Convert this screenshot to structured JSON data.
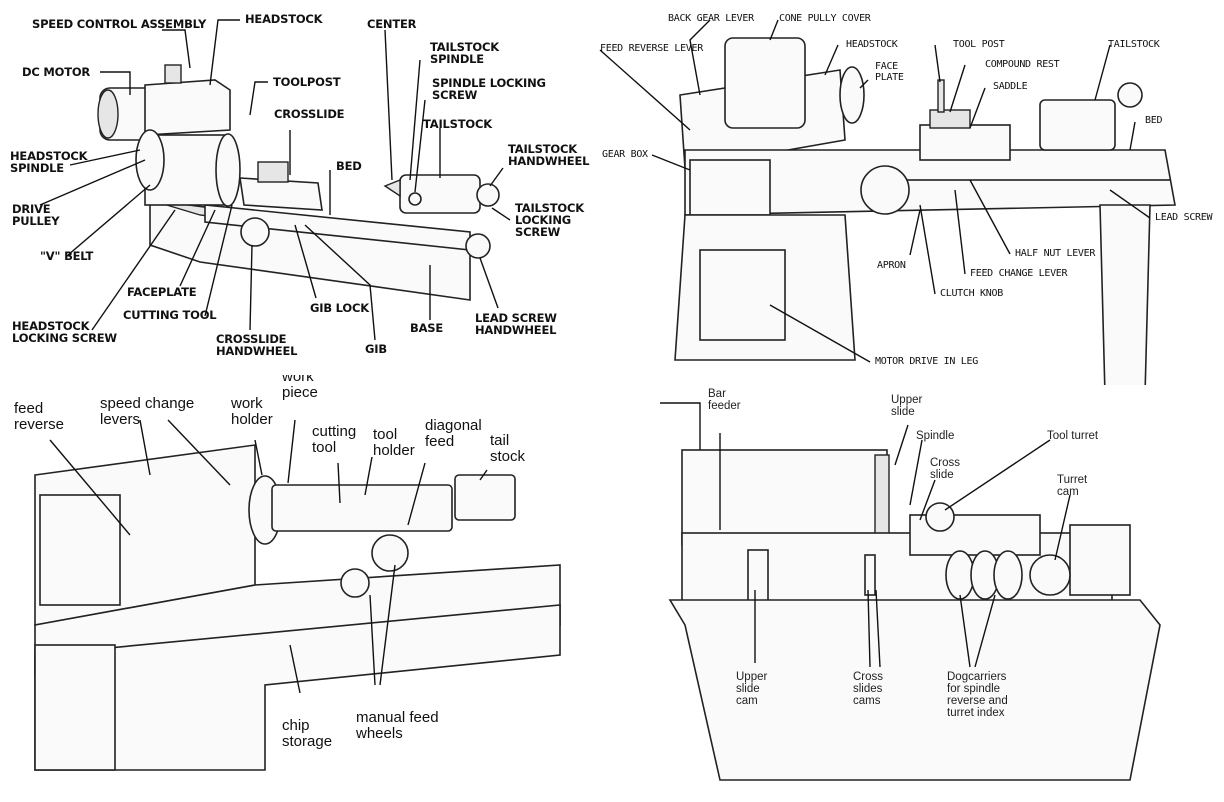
{
  "top_left": {
    "speed_control_assembly": "SPEED CONTROL\nASSEMBLY",
    "headstock": "HEADSTOCK",
    "dc_motor": "DC MOTOR",
    "toolpost": "TOOLPOST",
    "crosslide": "CROSSLIDE",
    "center": "CENTER",
    "tailstock_spindle": "TAILSTOCK\nSPINDLE",
    "spindle_locking_screw": "SPINDLE LOCKING\nSCREW",
    "tailstock": "TAILSTOCK",
    "headstock_spindle": "HEADSTOCK\nSPINDLE",
    "bed": "BED",
    "tailstock_handwheel": "TAILSTOCK\nHANDWHEEL",
    "drive_pulley": "DRIVE\nPULLEY",
    "tailstock_locking_screw": "TAILSTOCK\nLOCKING\nSCREW",
    "v_belt": "\"V\" BELT",
    "faceplate": "FACEPLATE",
    "cutting_tool": "CUTTING TOOL",
    "gib_lock": "GIB LOCK",
    "base": "BASE",
    "lead_screw_handwheel": "LEAD SCREW\nHANDWHEEL",
    "headstock_locking_screw": "HEADSTOCK\nLOCKING SCREW",
    "crosslide_handwheel": "CROSSLIDE\nHANDWHEEL",
    "gib": "GIB"
  },
  "top_right": {
    "back_gear_lever": "BACK GEAR LEVER",
    "cone_pully_cover": "CONE PULLY COVER",
    "feed_reverse_lever": "FEED REVERSE LEVER",
    "headstock": "HEADSTOCK",
    "tool_post": "TOOL POST",
    "tailstock": "TAILSTOCK",
    "face_plate": "FACE\nPLATE",
    "compound_rest": "COMPOUND REST",
    "saddle": "SADDLE",
    "bed": "BED",
    "gear_box": "GEAR BOX",
    "lead_screw": "LEAD SCREW",
    "half_nut_lever": "HALF NUT LEVER",
    "apron": "APRON",
    "feed_change_lever": "FEED CHANGE LEVER",
    "clutch_knob": "CLUTCH KNOB",
    "motor_drive_in_leg": "MOTOR DRIVE IN LEG"
  },
  "bottom_left": {
    "feed_reverse": "feed\nreverse",
    "speed_change_levers": "speed change\nlevers",
    "work_holder": "work\nholder",
    "work_piece": "work\npiece",
    "cutting_tool": "cutting\ntool",
    "tool_holder": "tool\nholder",
    "diagonal_feed": "diagonal\nfeed",
    "tail_stock": "tail\nstock",
    "chip_storage": "chip\nstorage",
    "manual_feed_wheels": "manual feed\nwheels"
  },
  "bottom_right": {
    "bar_feeder": "Bar\nfeeder",
    "upper_slide": "Upper\nslide",
    "spindle": "Spindle",
    "tool_turret": "Tool turret",
    "cross_slide": "Cross\nslide",
    "turret_cam": "Turret\ncam",
    "upper_slide_cam": "Upper\nslide\ncam",
    "cross_slides_cams": "Cross\nslides\ncams",
    "dogcarriers": "Dogcarriers\nfor spindle\nreverse and\nturret index"
  }
}
